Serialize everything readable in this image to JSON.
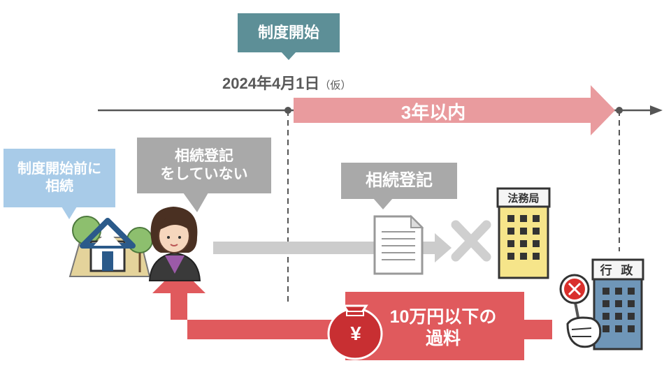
{
  "timeline": {
    "start_tag": "制度開始",
    "date_main": "2024年4月1日",
    "date_note": "（仮）",
    "period": "3年以内"
  },
  "boxes": {
    "before_start_line1": "制度開始前に",
    "before_start_line2": "相続",
    "not_registered_line1": "相続登記",
    "not_registered_line2": "をしていない",
    "registration": "相続登記"
  },
  "buildings": {
    "legal_bureau": "法務局",
    "administration": "行 政"
  },
  "fine": {
    "line1": "10万円以下の",
    "line2": "過料",
    "currency_symbol": "¥"
  },
  "colors": {
    "period_arrow": "#e99b9e",
    "fine_arrow": "#e05a5d",
    "start_tag": "#5d8f97",
    "before_box": "#a8cbe8",
    "gray_box": "#a9a9a9"
  }
}
